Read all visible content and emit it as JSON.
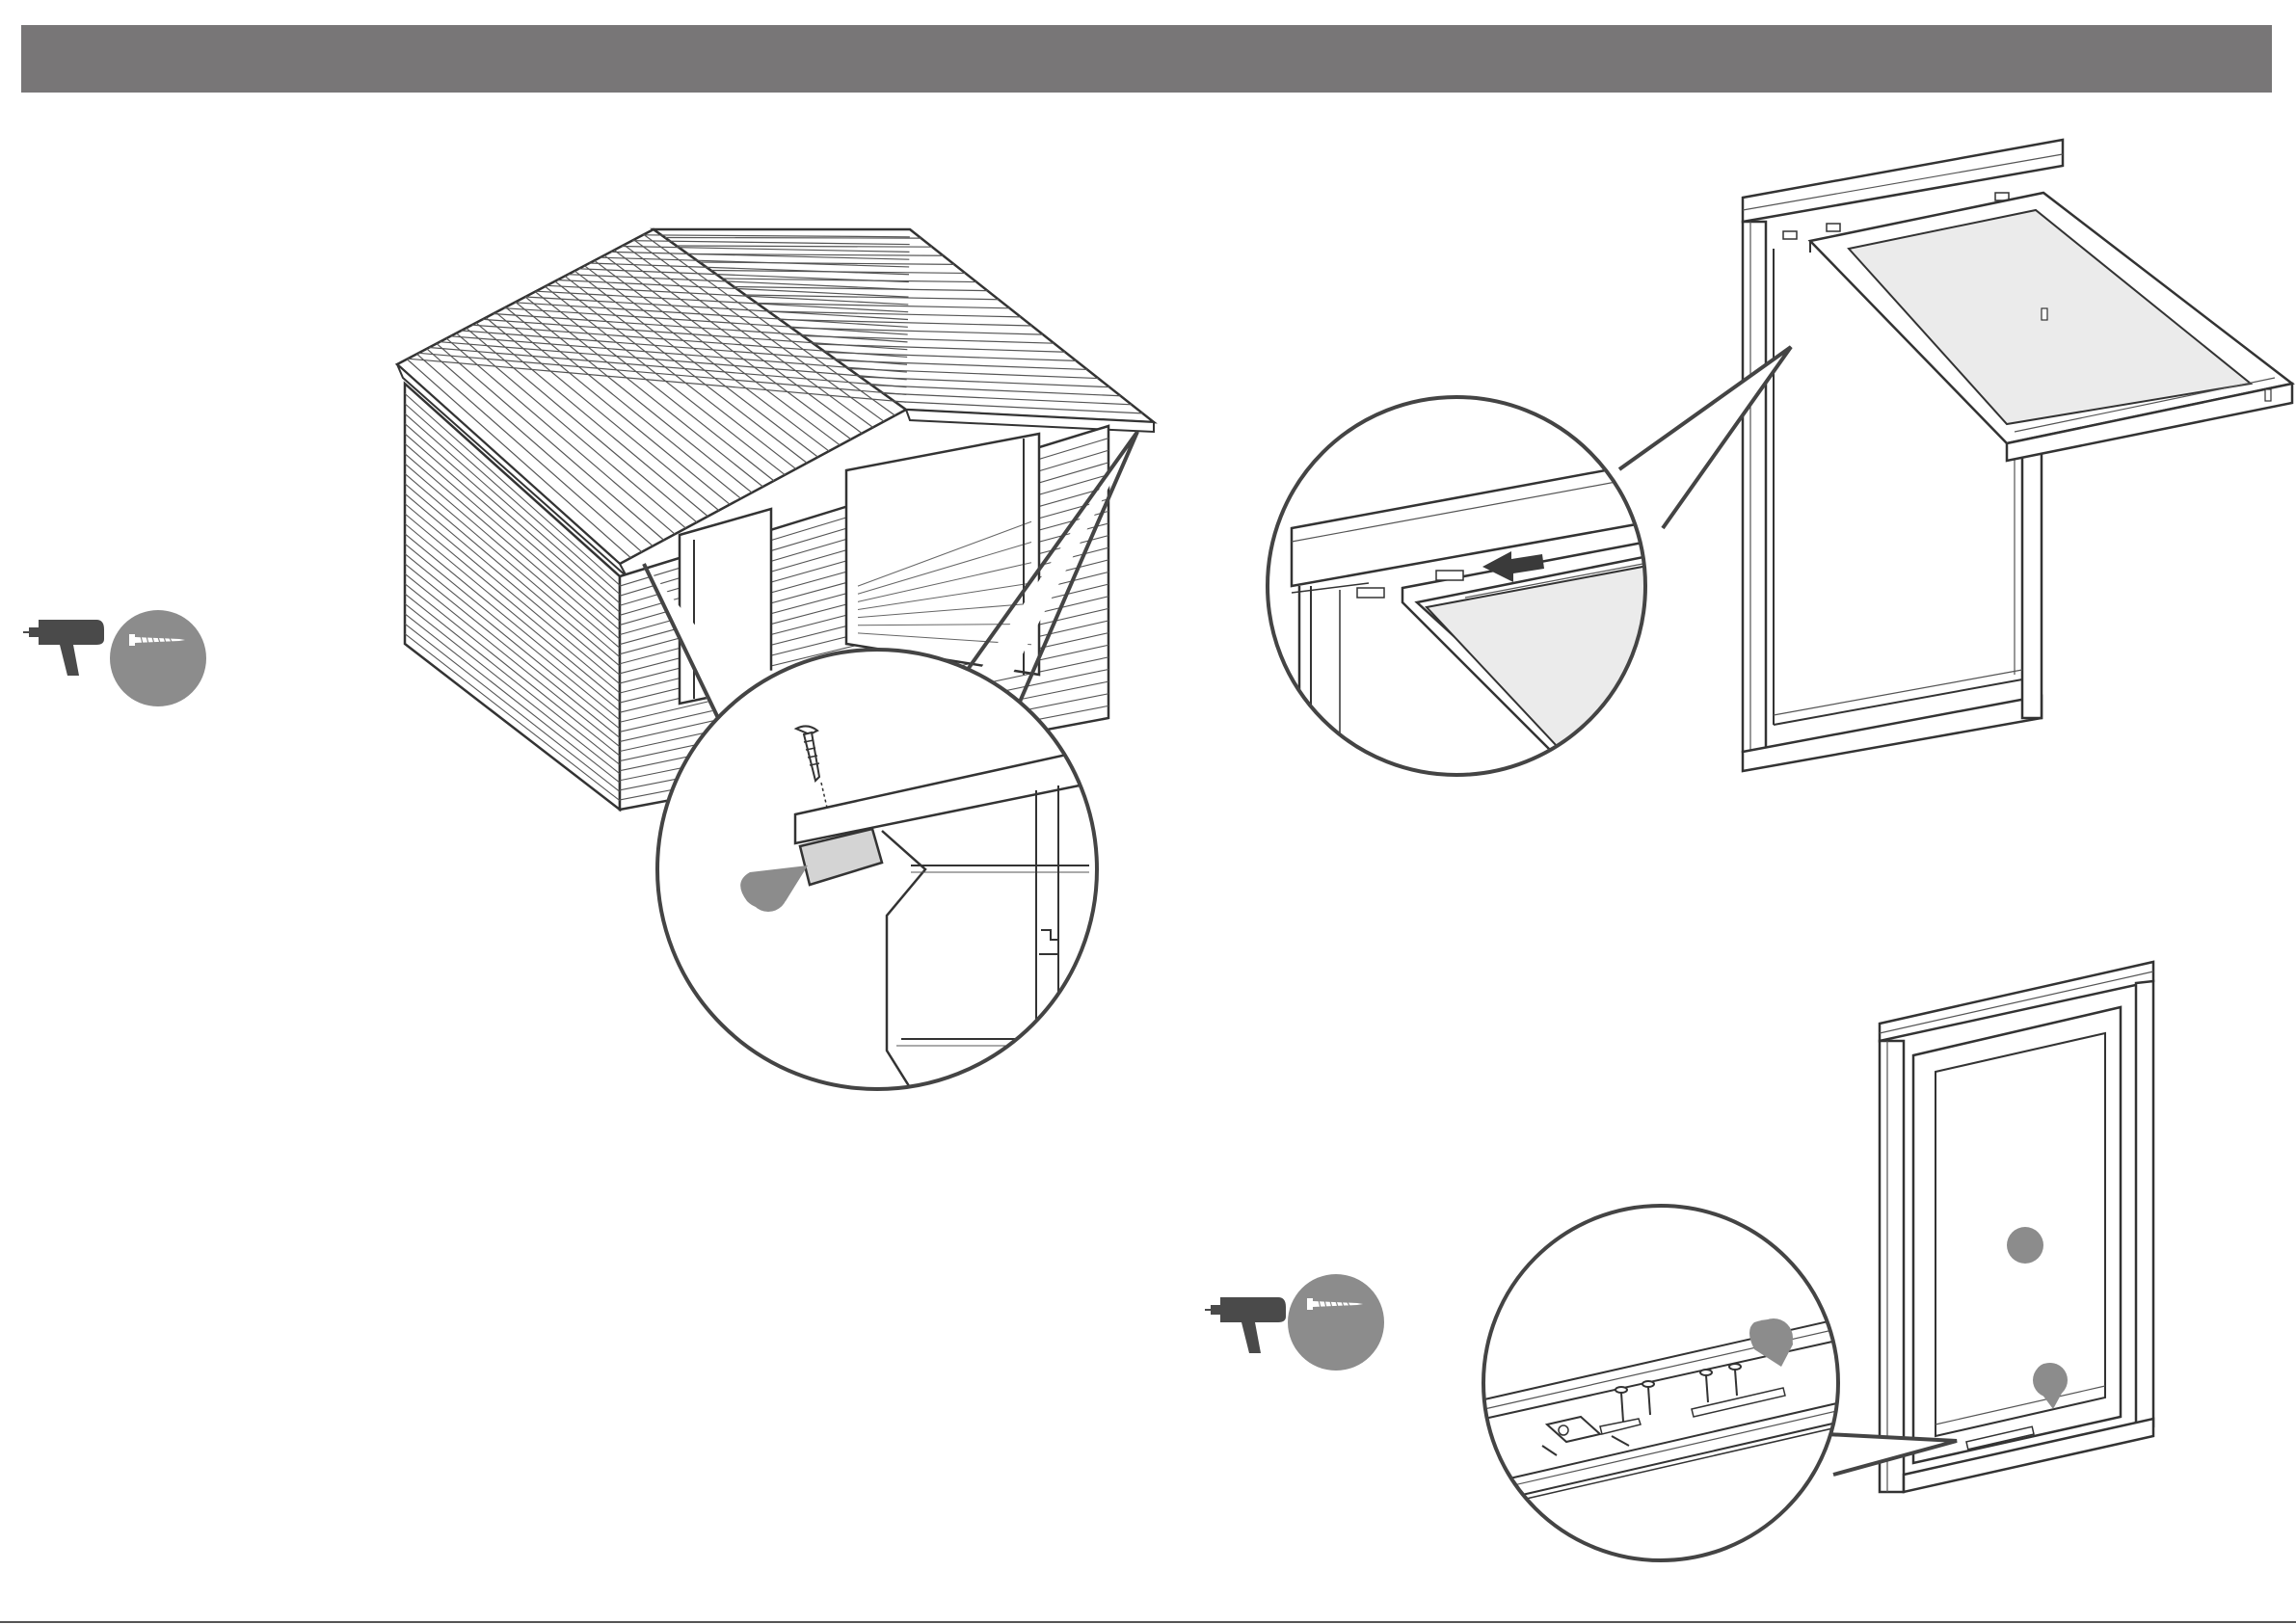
{
  "header": {
    "title": "",
    "bar_color": "#787677"
  },
  "palette": {
    "line": "#3a3a3a",
    "callout_outline": "#444444",
    "badge_fill": "#8c8c8c",
    "panel_fill": "#d4d4d4",
    "glass_fill": "#ebebeb",
    "tool_dark": "#4a4a4a"
  },
  "steps": [
    {
      "id": "step-shed-corner-screw",
      "tools": [
        "power-drill-icon",
        "screw-icon"
      ],
      "badges": [
        ""
      ]
    },
    {
      "id": "step-window-hinge-insert",
      "tools": [],
      "badges": []
    },
    {
      "id": "step-window-latch-fix",
      "tools": [
        "power-drill-icon",
        "screw-icon"
      ],
      "badges": [
        "",
        "",
        ""
      ]
    }
  ]
}
